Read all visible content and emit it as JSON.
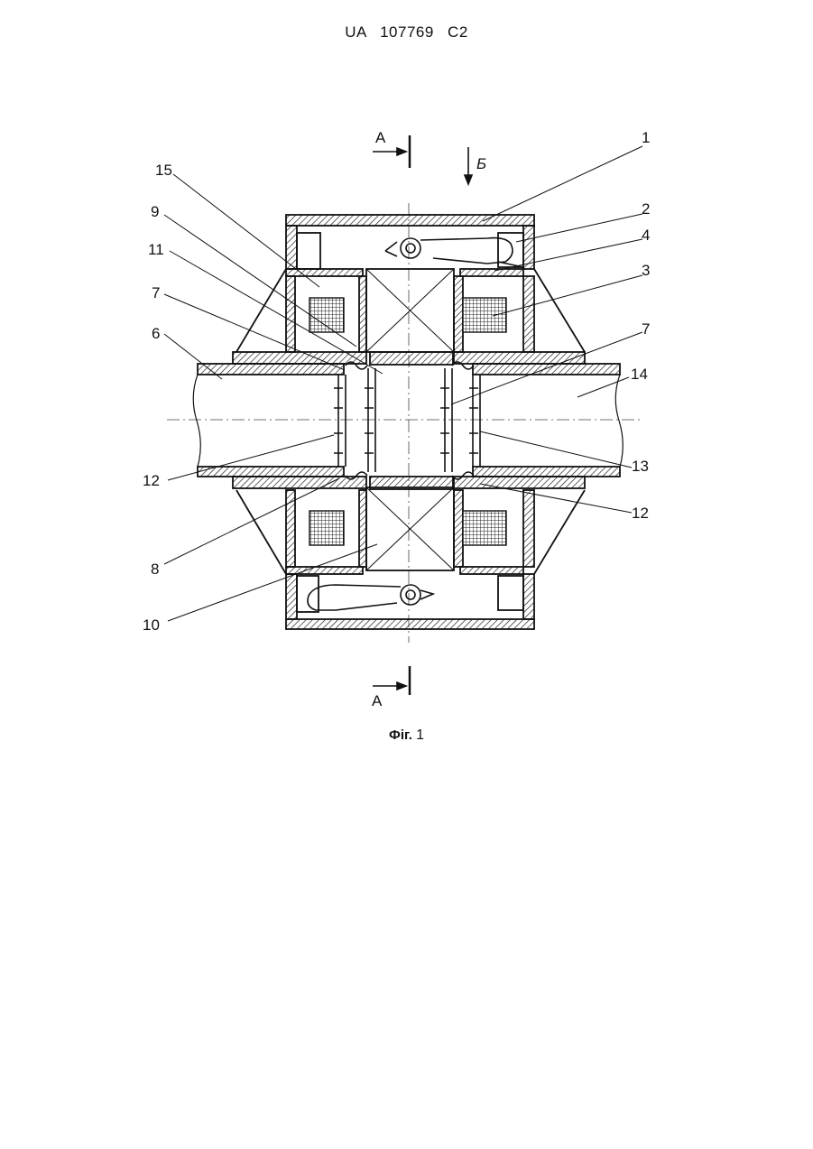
{
  "header": {
    "patent_id": "UA   107769   C2"
  },
  "figure": {
    "caption_prefix": "Фіг.",
    "caption_number": "1",
    "section_mark": "А",
    "view_mark": "Б",
    "labels": {
      "l1": "1",
      "l2": "2",
      "l4": "4",
      "l3": "3",
      "l7r": "7",
      "l14": "14",
      "l13": "13",
      "l12r": "12",
      "l15": "15",
      "l9": "9",
      "l11": "11",
      "l7l": "7",
      "l6": "6",
      "l12l": "12",
      "l8": "8",
      "l10": "10"
    }
  }
}
